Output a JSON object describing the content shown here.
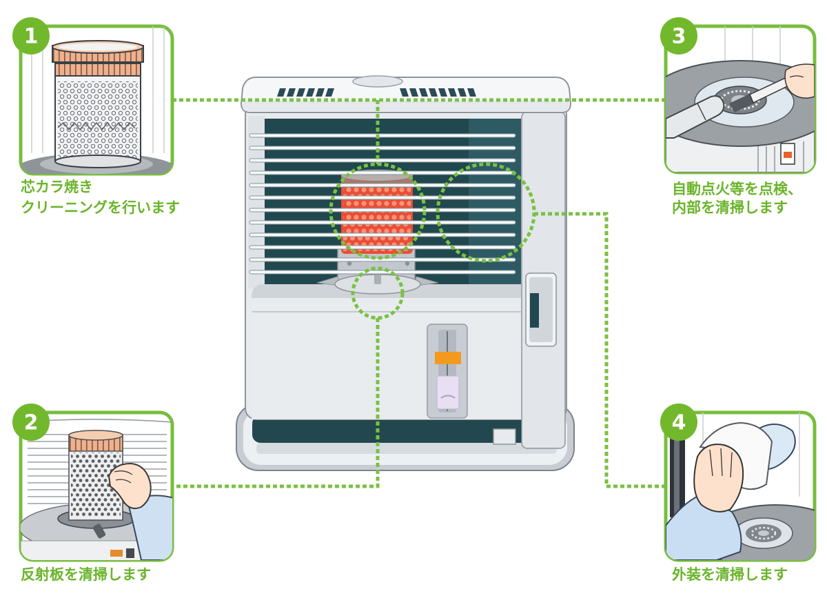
{
  "callouts": [
    {
      "number": "1",
      "lines": [
        "芯カラ焼き",
        "クリーニングを行います"
      ]
    },
    {
      "number": "2",
      "lines": [
        "反射板を清掃します"
      ]
    },
    {
      "number": "3",
      "lines": [
        "自動点火等を点検、",
        "内部を清掃します"
      ]
    },
    {
      "number": "4",
      "lines": [
        "外装を清掃します"
      ]
    }
  ],
  "colors": {
    "accent_green": "#76bc35",
    "heater_window": "#21474f",
    "burner_red": "#ea4e36",
    "fuel_gauge_indicator": "#f39a1e"
  }
}
